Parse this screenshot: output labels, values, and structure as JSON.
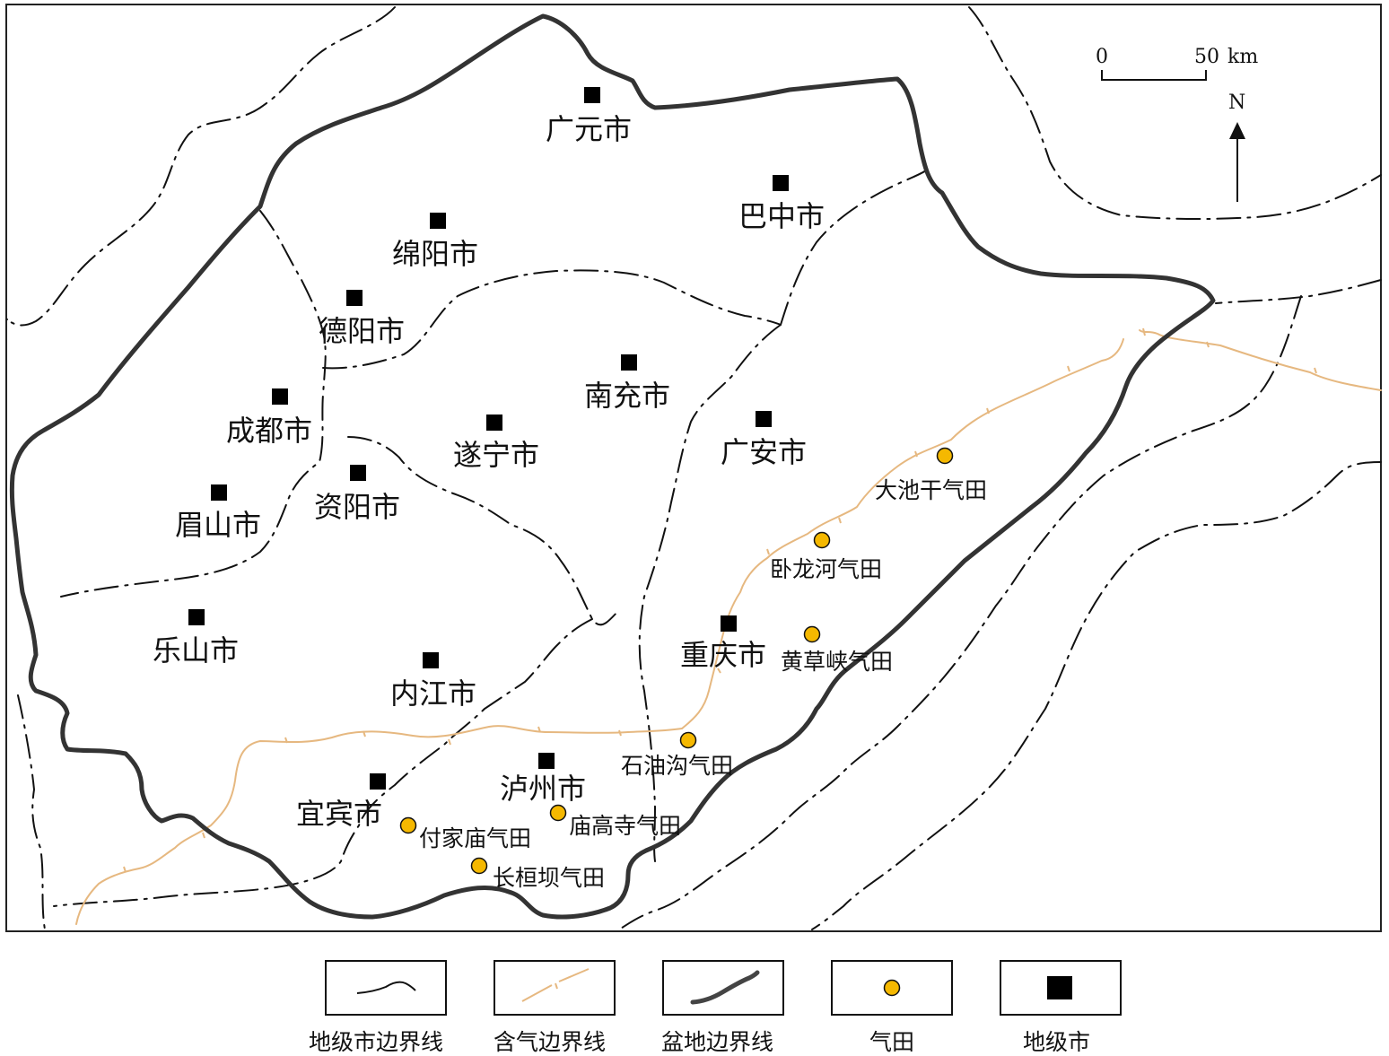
{
  "map": {
    "scale_bar": {
      "zero_label": "0",
      "distance_label": "50",
      "unit_label": "km"
    },
    "north_label": "N",
    "cities": [
      {
        "id": "guangyuan",
        "label": "广元市"
      },
      {
        "id": "bazhong",
        "label": "巴中市"
      },
      {
        "id": "mianyang",
        "label": "绵阳市"
      },
      {
        "id": "deyang",
        "label": "德阳市"
      },
      {
        "id": "nanchong",
        "label": "南充市"
      },
      {
        "id": "chengdu",
        "label": "成都市"
      },
      {
        "id": "suining",
        "label": "遂宁市"
      },
      {
        "id": "guangan",
        "label": "广安市"
      },
      {
        "id": "ziyang",
        "label": "资阳市"
      },
      {
        "id": "meishan",
        "label": "眉山市"
      },
      {
        "id": "leshan",
        "label": "乐山市"
      },
      {
        "id": "chongqing",
        "label": "重庆市"
      },
      {
        "id": "neijiang",
        "label": "内江市"
      },
      {
        "id": "luzhou",
        "label": "泸州市"
      },
      {
        "id": "yibin",
        "label": "宜宾市"
      }
    ],
    "gas_fields": [
      {
        "id": "dachigan",
        "label": "大池干气田"
      },
      {
        "id": "wolonghe",
        "label": "卧龙河气田"
      },
      {
        "id": "huangcaoxia",
        "label": "黄草峡气田"
      },
      {
        "id": "shiyougou",
        "label": "石油沟气田"
      },
      {
        "id": "fujiamiao",
        "label": "付家庙气田"
      },
      {
        "id": "miaogaosi",
        "label": "庙高寺气田"
      },
      {
        "id": "changyuanba",
        "label": "长桓坝气田"
      }
    ],
    "colors": {
      "gas_field_fill": "#F5B800",
      "gas_boundary": "#E6B880",
      "city_marker": "#000000",
      "basin_boundary": "#333333"
    }
  },
  "legend": {
    "items": [
      {
        "id": "city-boundary",
        "label": "地级市边界线"
      },
      {
        "id": "gas-boundary",
        "label": "含气边界线"
      },
      {
        "id": "basin-boundary",
        "label": "盆地边界线"
      },
      {
        "id": "gas-field",
        "label": "气田"
      },
      {
        "id": "prefecture-city",
        "label": "地级市"
      }
    ]
  }
}
